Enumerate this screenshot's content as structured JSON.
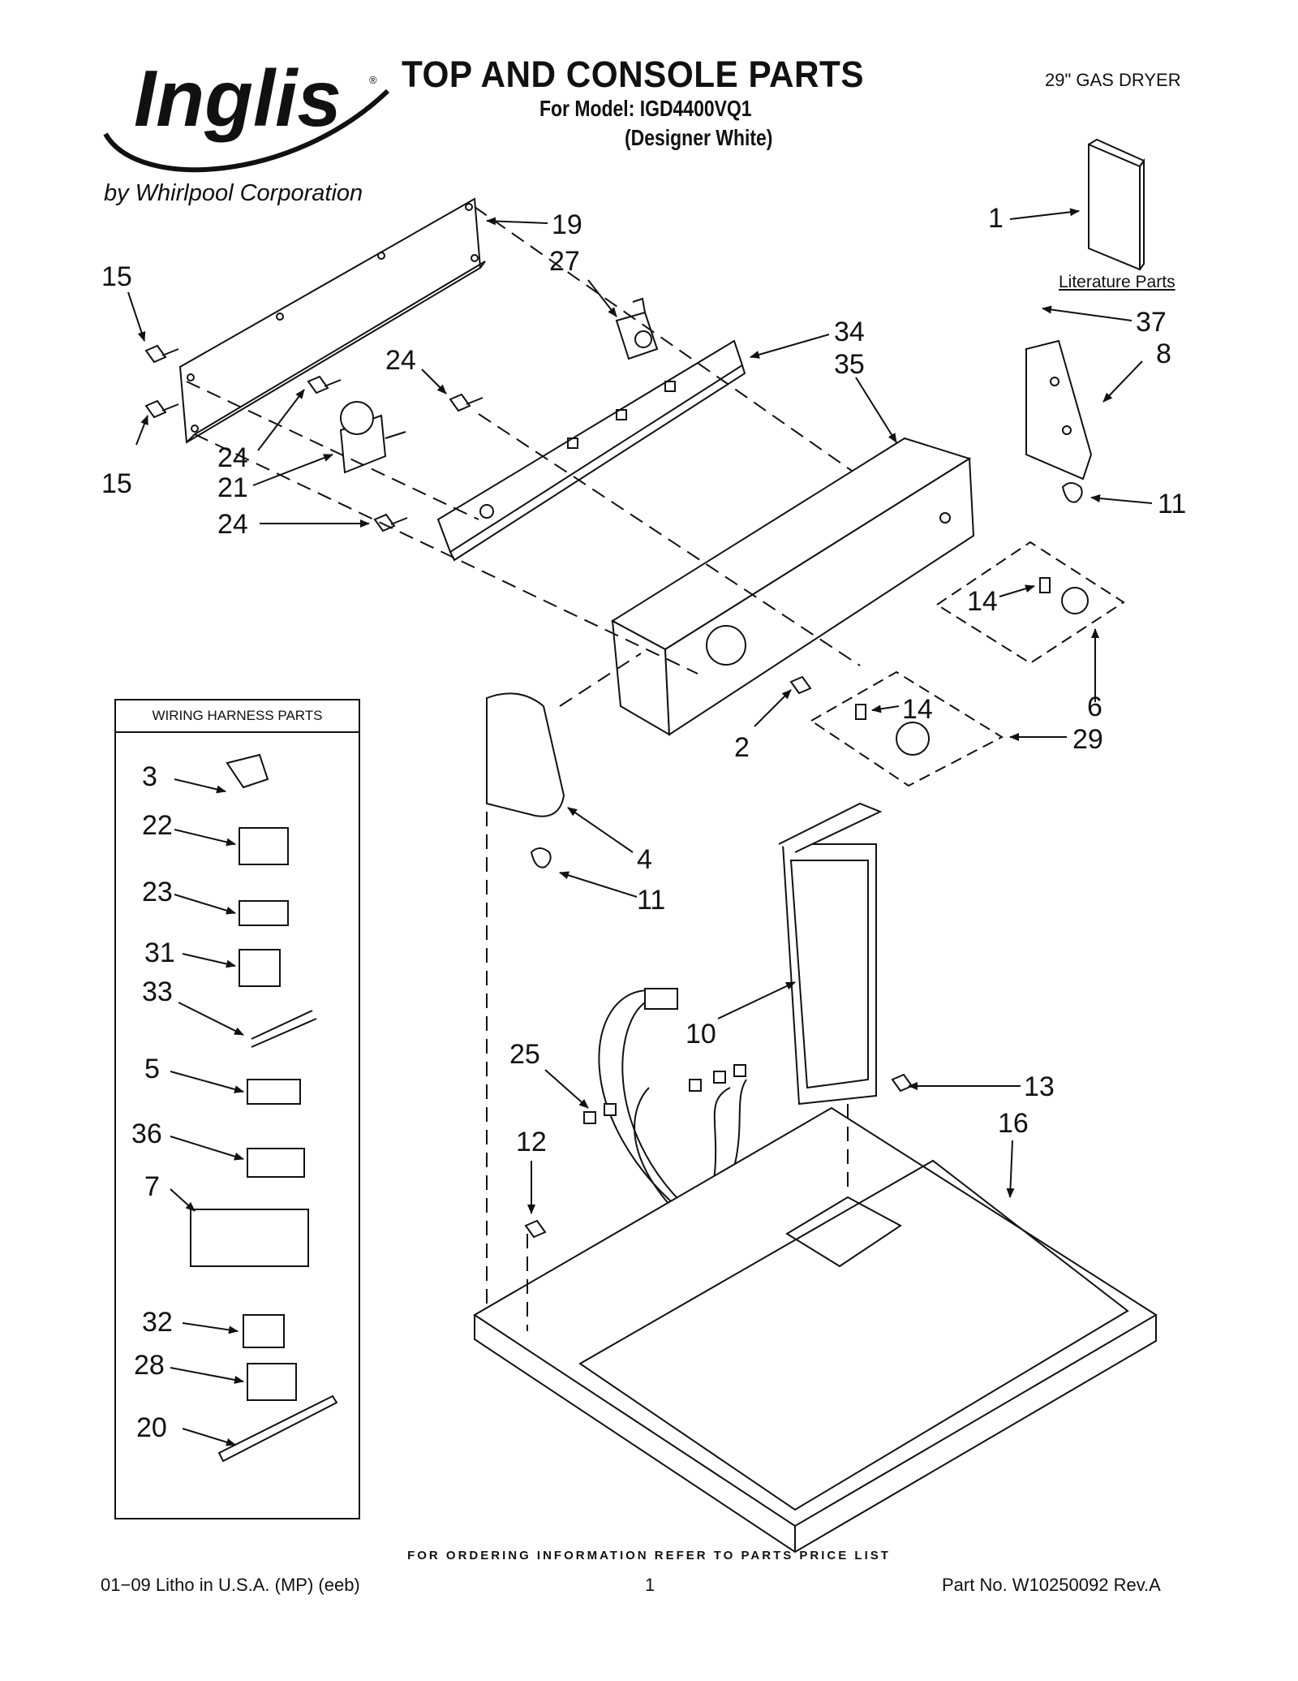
{
  "header": {
    "brand": "Inglis",
    "brand_mark": "®",
    "byline": "by Whirlpool Corporation",
    "title": "TOP AND CONSOLE PARTS",
    "model_line": "For Model: IGD4400VQ1",
    "variant": "(Designer White)",
    "product": "29\" GAS DRYER"
  },
  "literature_label": "Literature Parts",
  "harness": {
    "title": "WIRING HARNESS PARTS"
  },
  "callouts": {
    "c1": "1",
    "c19": "19",
    "c27": "27",
    "c15a": "15",
    "c15b": "15",
    "c24a": "24",
    "c24b": "24",
    "c24c": "24",
    "c21": "21",
    "c34": "34",
    "c35": "35",
    "c37": "37",
    "c8": "8",
    "c11a": "11",
    "c14a": "14",
    "c6": "6",
    "c14b": "14",
    "c29": "29",
    "c2": "2",
    "c4": "4",
    "c11b": "11",
    "c10": "10",
    "c25": "25",
    "c12": "12",
    "c13": "13",
    "c16": "16",
    "h3": "3",
    "h22": "22",
    "h23": "23",
    "h31": "31",
    "h33": "33",
    "h5": "5",
    "h36": "36",
    "h7": "7",
    "h32": "32",
    "h28": "28",
    "h20": "20"
  },
  "footer": {
    "ordering": "FOR ORDERING INFORMATION REFER TO PARTS PRICE LIST",
    "litho": "01−09 Litho in U.S.A. (MP) (eeb)",
    "page": "1",
    "part_no": "Part No. W10250092 Rev.A"
  }
}
